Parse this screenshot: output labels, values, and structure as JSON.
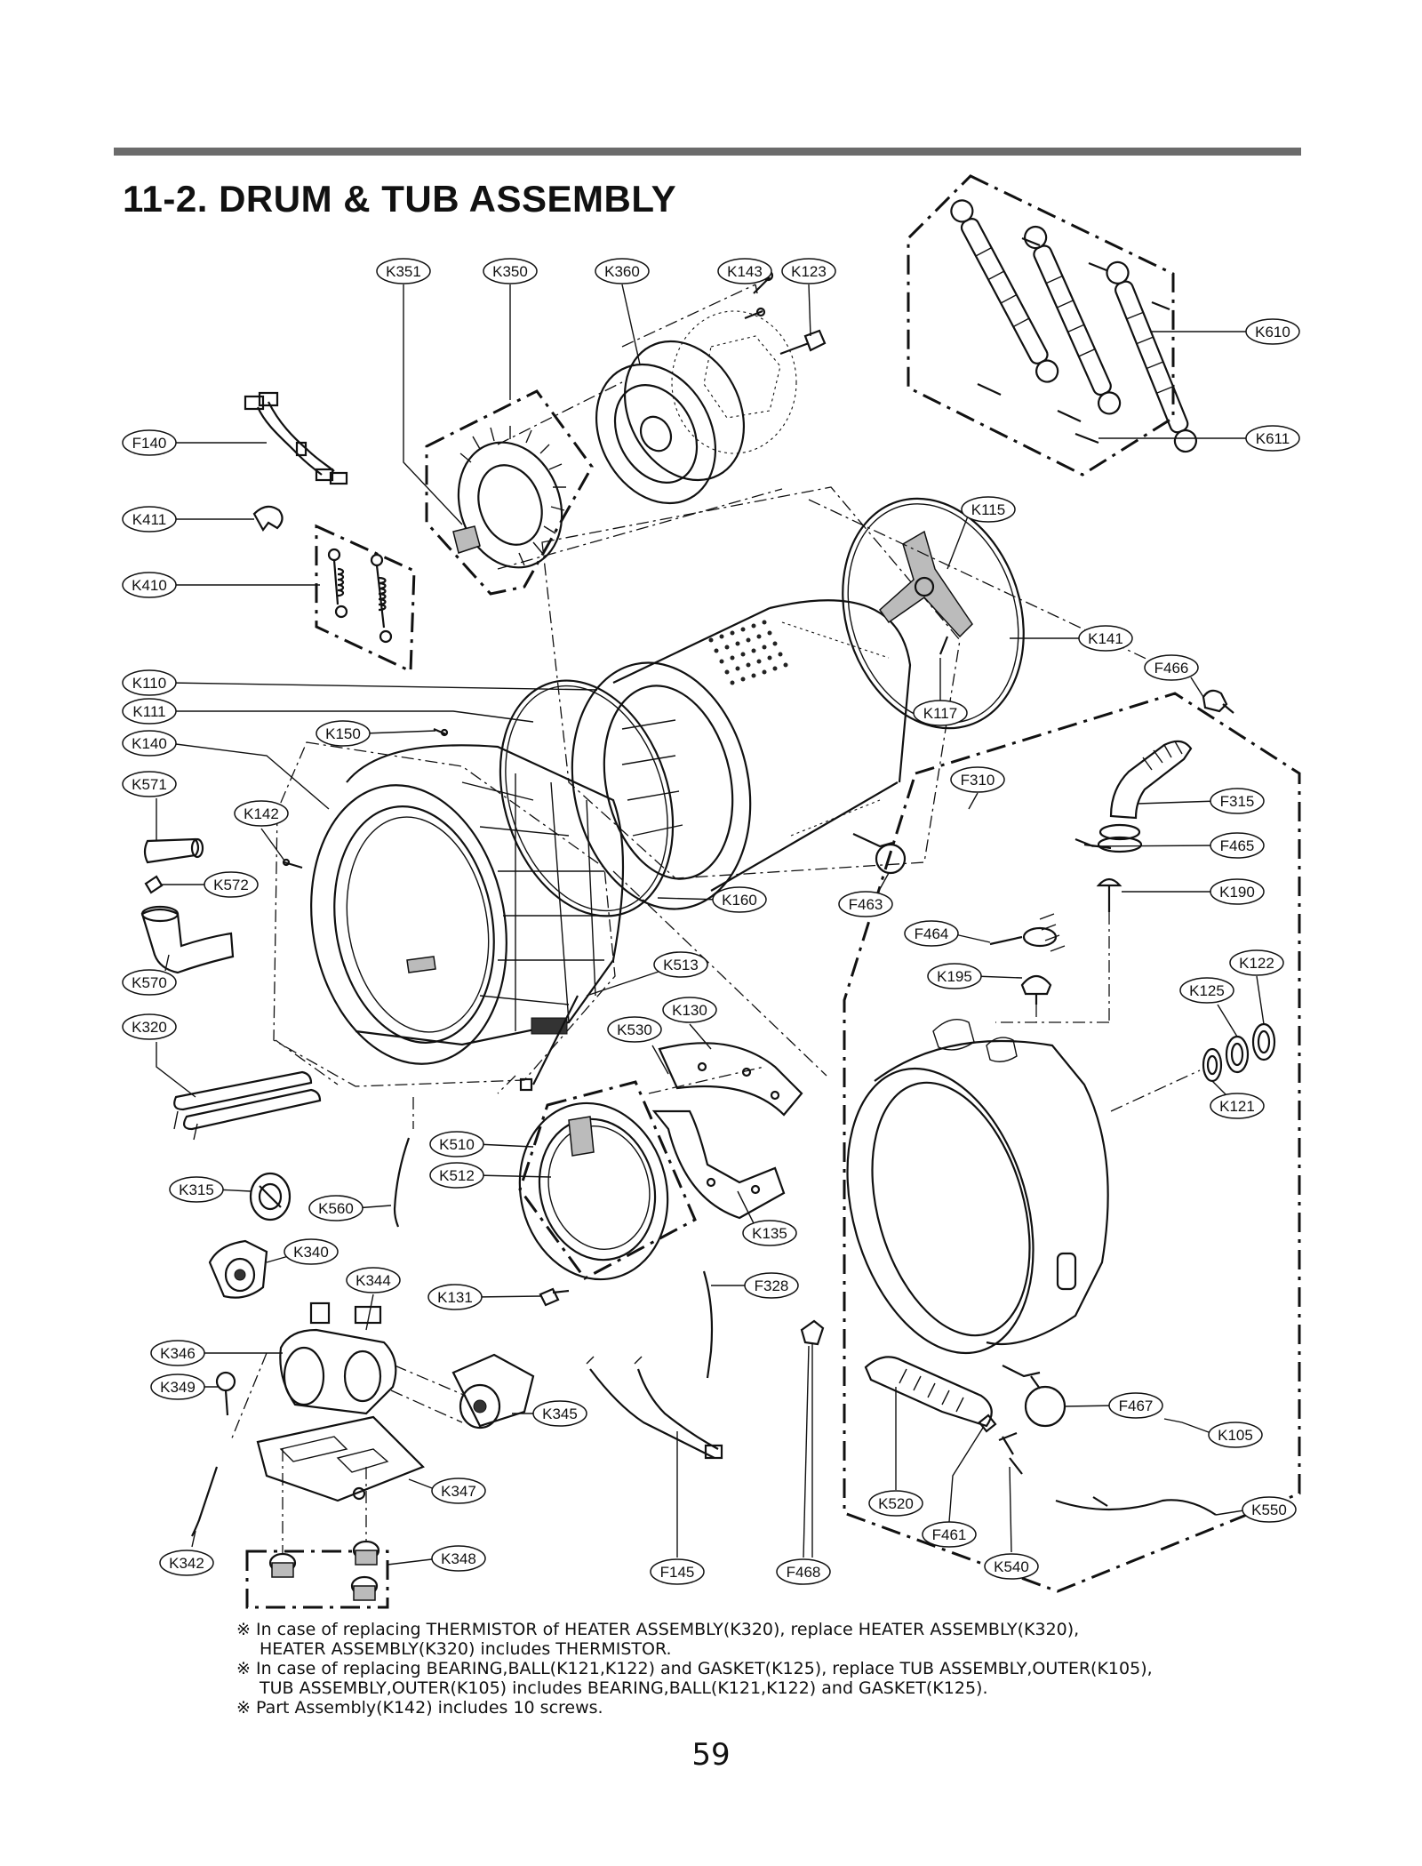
{
  "page": {
    "section_title": "11-2. DRUM & TUB ASSEMBLY",
    "page_number": "59"
  },
  "notes": [
    {
      "mark": "※",
      "line1": "In case of replacing THERMISTOR of HEATER ASSEMBLY(K320), replace HEATER ASSEMBLY(K320),",
      "line2": "HEATER ASSEMBLY(K320) includes THERMISTOR."
    },
    {
      "mark": "※",
      "line1": "In case of replacing BEARING,BALL(K121,K122) and GASKET(K125), replace TUB ASSEMBLY,OUTER(K105),",
      "line2": "TUB ASSEMBLY,OUTER(K105) includes BEARING,BALL(K121,K122) and GASKET(K125)."
    },
    {
      "mark": "※",
      "line1": "Part Assembly(K142) includes 10 screws.",
      "line2": ""
    }
  ],
  "callouts": [
    "K351",
    "K350",
    "K360",
    "K143",
    "K123",
    "K610",
    "K611",
    "F140",
    "K411",
    "K410",
    "K115",
    "K141",
    "F466",
    "K110",
    "K111",
    "K150",
    "K117",
    "K140",
    "K571",
    "K142",
    "F310",
    "F315",
    "F465",
    "K572",
    "K160",
    "F463",
    "K190",
    "F464",
    "K122",
    "K513",
    "K195",
    "K125",
    "K570",
    "K130",
    "K320",
    "K530",
    "K121",
    "K510",
    "K512",
    "K315",
    "K560",
    "K135",
    "K340",
    "K344",
    "K131",
    "F328",
    "K346",
    "K349",
    "K345",
    "F467",
    "K105",
    "K347",
    "K520",
    "K550",
    "F461",
    "K342",
    "K348",
    "F145",
    "F468",
    "K540"
  ]
}
